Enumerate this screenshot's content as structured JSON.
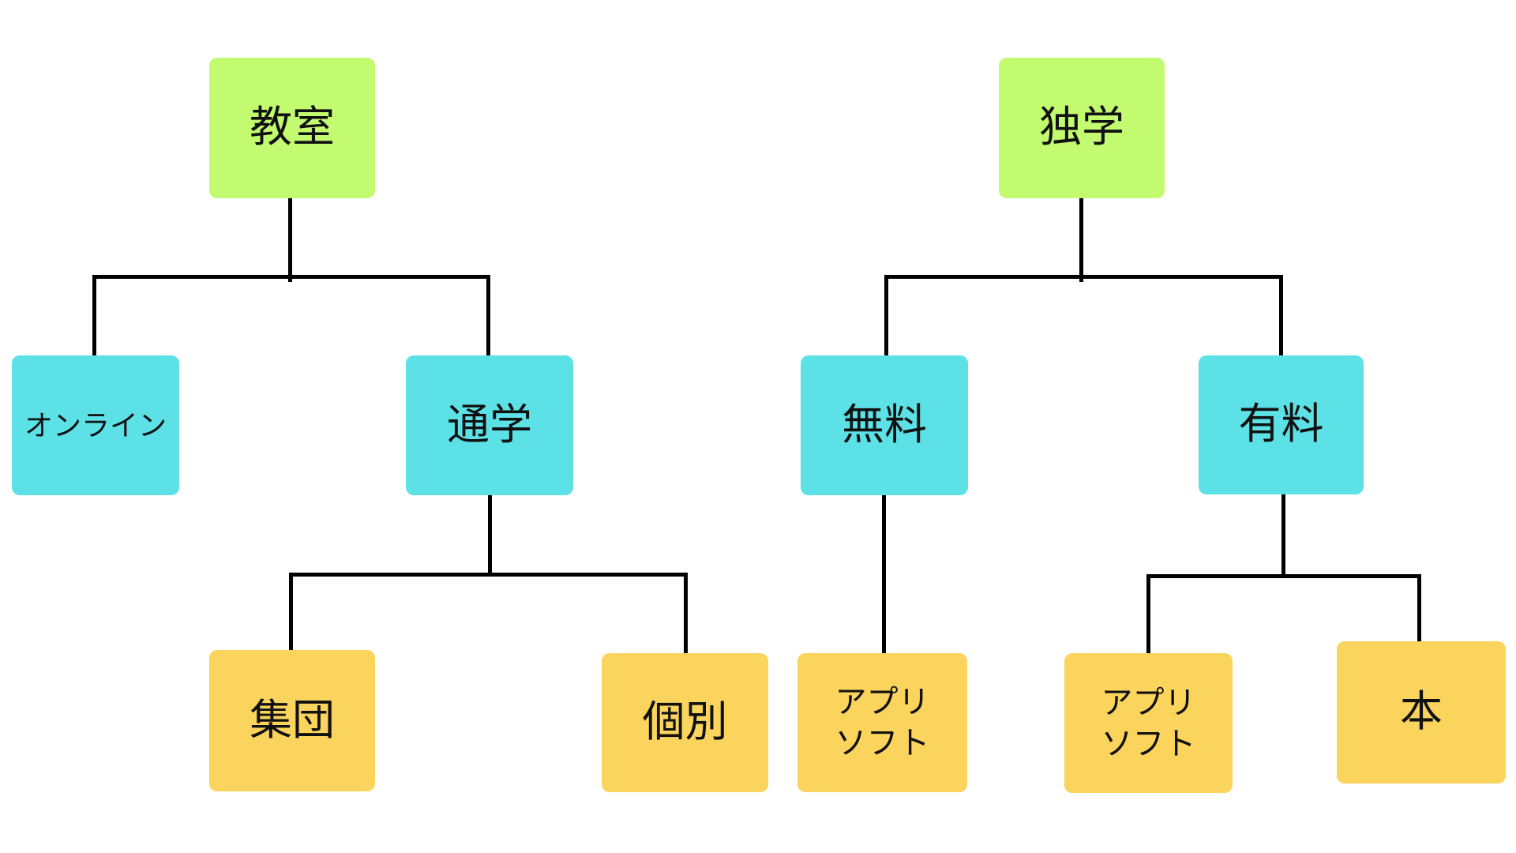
{
  "diagram": {
    "type": "tree",
    "background_color": "#ffffff",
    "connector_color": "#000000",
    "palette": {
      "root_green": "#c2fa70",
      "branch_cyan": "#5ce1e6",
      "leaf_yellow": "#fad45c"
    },
    "trees": [
      {
        "root": "教室",
        "children": [
          {
            "label": "オンライン",
            "children": []
          },
          {
            "label": "通学",
            "children": [
              {
                "label": "集団"
              },
              {
                "label": "個別"
              }
            ]
          }
        ]
      },
      {
        "root": "独学",
        "children": [
          {
            "label": "無料",
            "children": [
              {
                "label": "アプリソフト"
              }
            ]
          },
          {
            "label": "有料",
            "children": [
              {
                "label": "アプリソフト"
              },
              {
                "label": "本"
              }
            ]
          }
        ]
      }
    ],
    "nodes": {
      "classroom": {
        "label": "教室"
      },
      "online": {
        "label": "オンライン"
      },
      "commute": {
        "label": "通学"
      },
      "group": {
        "label": "集団"
      },
      "individual": {
        "label": "個別"
      },
      "self_study": {
        "label": "独学"
      },
      "free": {
        "label": "無料"
      },
      "paid": {
        "label": "有料"
      },
      "app_software_free": {
        "line1": "アプリ",
        "line2": "ソフト"
      },
      "app_software_paid": {
        "line1": "アプリ",
        "line2": "ソフト"
      },
      "book": {
        "label": "本"
      }
    }
  }
}
